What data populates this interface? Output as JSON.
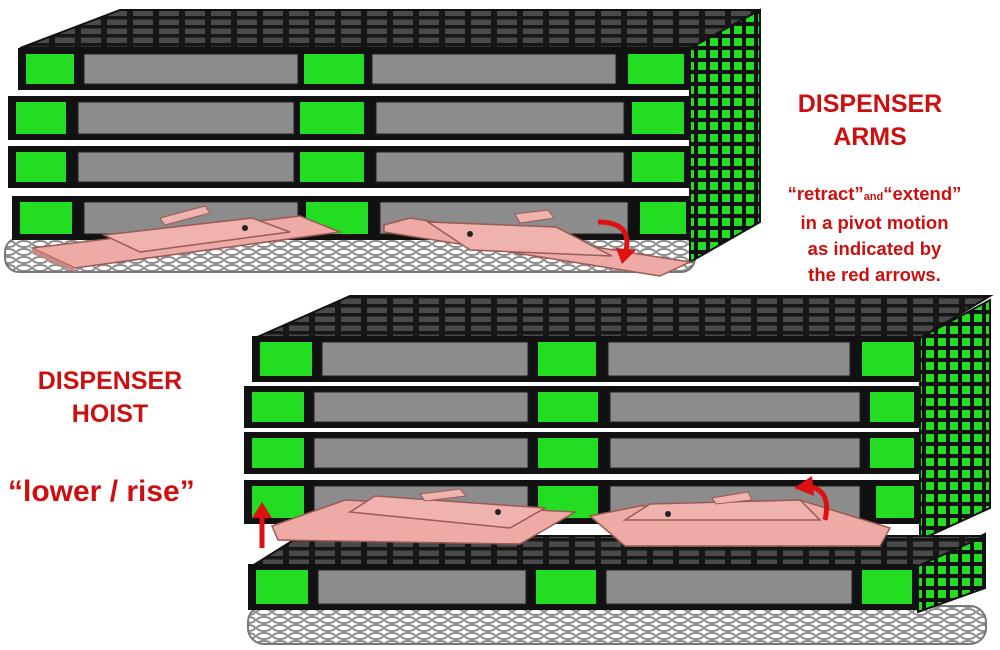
{
  "arms_label": {
    "line1": "DISPENSER",
    "line2": "ARMS",
    "desc_retract": "“retract”",
    "desc_and": "and",
    "desc_extend": "“extend”",
    "desc_line2": "in a pivot  motion",
    "desc_line3": "as indicated by",
    "desc_line4": "the red arrows."
  },
  "hoist_label": {
    "line1": "DISPENSER",
    "line2": "HOIST",
    "action": "“lower / rise”"
  },
  "colors": {
    "label_red": "#cc1010",
    "pallet_green": "#22dd22",
    "pallet_gray": "#8c8c8c",
    "pallet_dark": "#1a1a1a",
    "arm_pink": "#eeaaa4",
    "chain_gray": "#9a9a9a"
  }
}
